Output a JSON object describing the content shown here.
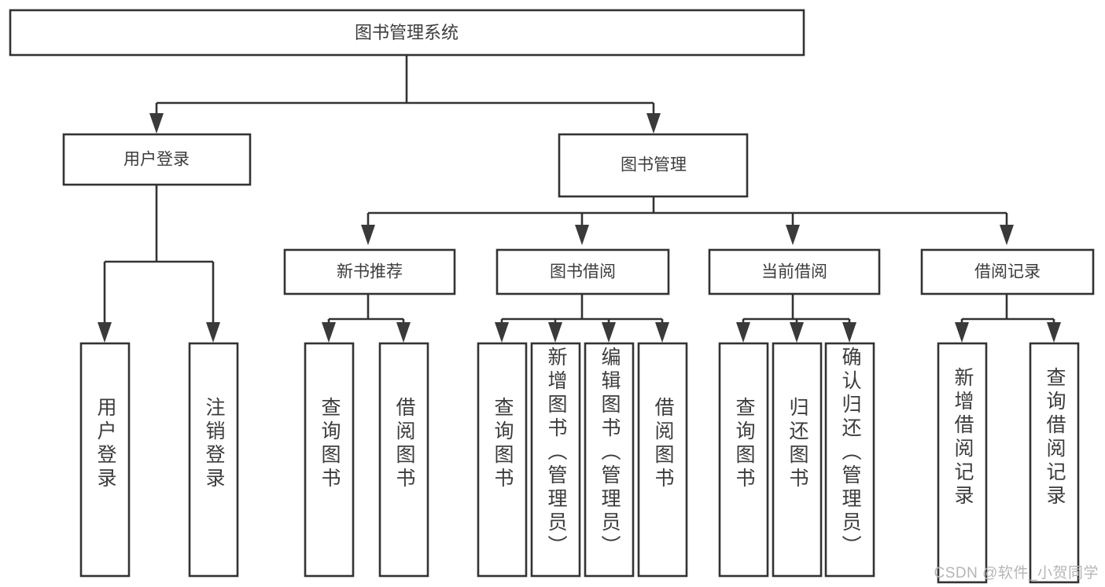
{
  "diagram": {
    "title": "图书管理系统",
    "type": "tree-hierarchy-chart",
    "colors": {
      "box_stroke": "#333333",
      "box_fill": "#ffffff",
      "text": "#3c3c3c",
      "connector": "#333333",
      "watermark": "#b6b6b6",
      "background": "#ffffff"
    },
    "root": {
      "label": "图书管理系统"
    },
    "level2": [
      {
        "label": "用户登录"
      },
      {
        "label": "图书管理"
      }
    ],
    "level3": [
      {
        "label": "新书推荐"
      },
      {
        "label": "图书借阅"
      },
      {
        "label": "当前借阅"
      },
      {
        "label": "借阅记录"
      }
    ],
    "leaves": {
      "user_login": [
        {
          "label": "用户登录"
        },
        {
          "label": "注销登录"
        }
      ],
      "new_book_recommend": [
        {
          "label": "查询图书"
        },
        {
          "label": "借阅图书"
        }
      ],
      "book_borrow": [
        {
          "label": "查询图书"
        },
        {
          "label": "新增图书（管理员）"
        },
        {
          "label": "编辑图书（管理员）"
        },
        {
          "label": "借阅图书"
        }
      ],
      "current_borrow": [
        {
          "label": "查询图书"
        },
        {
          "label": "归还图书"
        },
        {
          "label": "确认归还（管理员）"
        }
      ],
      "borrow_record": [
        {
          "label": "新增借阅记录"
        },
        {
          "label": "查询借阅记录"
        }
      ]
    }
  },
  "watermark": {
    "text": "CSDN @软件_小贺同学"
  }
}
